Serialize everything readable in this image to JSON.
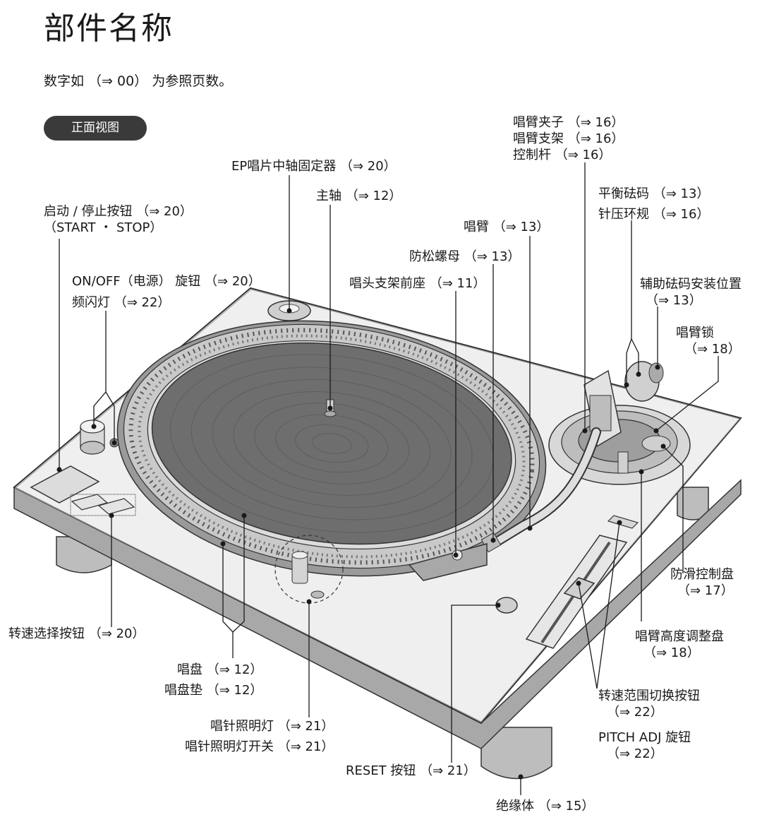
{
  "title": "部件名称",
  "subtitle": "数字如 （⇒ 00） 为参照页数。",
  "view_tab": "正面视图",
  "labels": [
    {
      "id": "start-stop",
      "lines": [
        "启动 / 停止按钮 （⇒ 20）",
        "（START ・ STOP）"
      ]
    },
    {
      "id": "onoff-strobe",
      "lines": [
        "ON/OFF（电源） 旋钮 （⇒ 20）",
        "频闪灯 （⇒ 22）"
      ]
    },
    {
      "id": "ep-adapter",
      "lines": [
        "EP唱片中轴固定器 （⇒ 20）"
      ]
    },
    {
      "id": "spindle",
      "lines": [
        "主轴 （⇒ 12）"
      ]
    },
    {
      "id": "tonearm",
      "lines": [
        "唱臂 （⇒ 13）"
      ]
    },
    {
      "id": "lock-nut",
      "lines": [
        "防松螺母 （⇒ 13）"
      ]
    },
    {
      "id": "headshell-socket",
      "lines": [
        "唱头支架前座 （⇒ 11）"
      ]
    },
    {
      "id": "arm-clamp",
      "lines": [
        "唱臂夹子 （⇒ 16）",
        "唱臂支架 （⇒ 16）",
        "控制杆 （⇒ 16）"
      ]
    },
    {
      "id": "balance-weight",
      "lines": [
        "平衡砝码 （⇒ 13）",
        "针压环规 （⇒ 16）"
      ]
    },
    {
      "id": "aux-weight",
      "lines": [
        "辅助砝码安装位置",
        "（⇒ 13）"
      ]
    },
    {
      "id": "arm-lock",
      "lines": [
        "唱臂锁",
        "（⇒ 18）"
      ]
    },
    {
      "id": "anti-skate",
      "lines": [
        "防滑控制盘",
        "（⇒ 17）"
      ]
    },
    {
      "id": "arm-height",
      "lines": [
        "唱臂高度调整盘",
        "（⇒ 18）"
      ]
    },
    {
      "id": "speed-select",
      "lines": [
        "转速选择按钮 （⇒ 20）"
      ]
    },
    {
      "id": "platter",
      "lines": [
        "唱盘 （⇒ 12）",
        "唱盘垫 （⇒ 12）"
      ]
    },
    {
      "id": "stylus-light",
      "lines": [
        "唱针照明灯 （⇒ 21）",
        "唱针照明灯开关 （⇒ 21）"
      ]
    },
    {
      "id": "pitch-range",
      "lines": [
        "转速范围切换按钮",
        "（⇒ 22）"
      ]
    },
    {
      "id": "pitch-adj",
      "lines": [
        "PITCH ADJ 旋钮",
        "（⇒ 22）"
      ]
    },
    {
      "id": "reset",
      "lines": [
        "RESET 按钮 （⇒ 21）"
      ]
    },
    {
      "id": "insulator",
      "lines": [
        "绝缘体 （⇒ 15）"
      ]
    }
  ],
  "colors": {
    "pill_bg": "#3a3a3a",
    "mat": "#6e6e6e",
    "body": "#eeeeee",
    "line": "#1a1a1a"
  }
}
